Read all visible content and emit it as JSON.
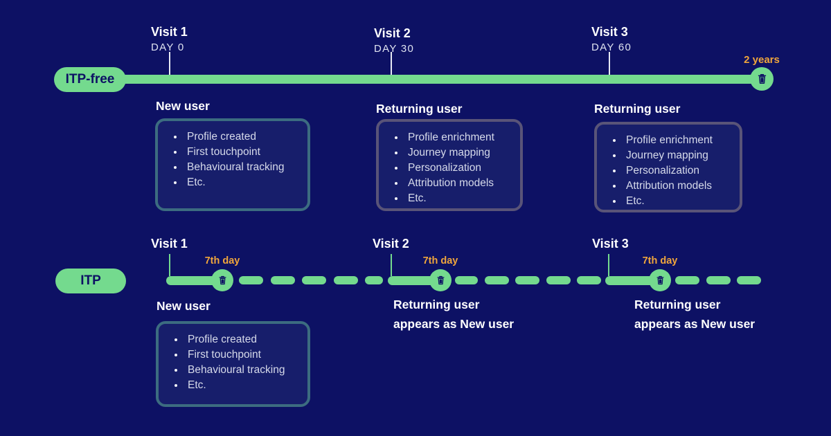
{
  "colors": {
    "background": "#0d1164",
    "green": "#74da8e",
    "orange": "#f0a63c",
    "box_fill": "#171e6b",
    "box_border_teal": "#3c6c80",
    "box_border_purple": "#595478",
    "text_primary": "#ffffff",
    "text_secondary": "#dfe3f0"
  },
  "itp_free": {
    "pill_label": "ITP-free",
    "end_label": "2 years",
    "end_icon": "trash-icon",
    "visits": [
      {
        "title": "Visit 1",
        "day": "DAY 0",
        "user_type": "New user",
        "box": {
          "items": [
            "Profile created",
            "First touchpoint",
            "Behavioural tracking",
            "Etc."
          ]
        }
      },
      {
        "title": "Visit 2",
        "day": "DAY 30",
        "user_type": "Returning user",
        "box": {
          "items": [
            "Profile enrichment",
            "Journey mapping",
            "Personalization",
            "Attribution models",
            "Etc."
          ]
        }
      },
      {
        "title": "Visit 3",
        "day": "DAY 60",
        "user_type": "Returning user",
        "box": {
          "items": [
            "Profile enrichment",
            "Journey mapping",
            "Personalization",
            "Attribution models",
            "Etc."
          ]
        }
      }
    ]
  },
  "itp": {
    "pill_label": "ITP",
    "deletion_icon": "trash-icon",
    "dash_groups": [
      5,
      5,
      3
    ],
    "visits": [
      {
        "title": "Visit 1",
        "deletion_label": "7th day",
        "user_type": "New user",
        "box": {
          "items": [
            "Profile created",
            "First touchpoint",
            "Behavioural tracking",
            "Etc."
          ]
        }
      },
      {
        "title": "Visit 2",
        "deletion_label": "7th day",
        "user_type_line1": "Returning user",
        "user_type_line2": "appears as New user"
      },
      {
        "title": "Visit 3",
        "deletion_label": "7th day",
        "user_type_line1": "Returning user",
        "user_type_line2": "appears as New user"
      }
    ]
  }
}
